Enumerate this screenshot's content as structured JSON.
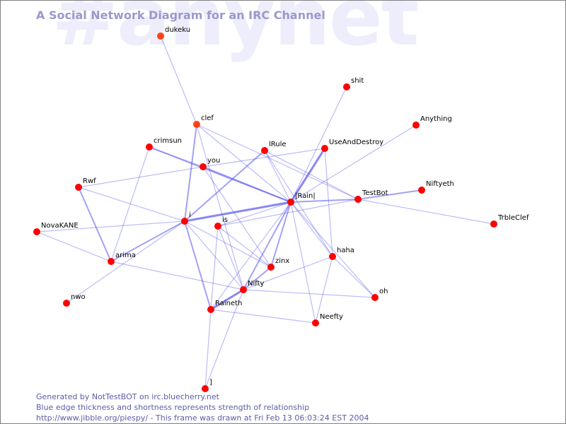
{
  "watermark": "#anynet",
  "title": "A Social Network Diagram for an IRC Channel",
  "footer": {
    "line1": "Generated by NotTestBOT on irc.bluecherry.net",
    "line2": "Blue edge thickness and shortness represents strength of relationship",
    "line3": "http://www.jibble.org/piespy/ - This frame was drawn at Fri Feb 13 06:03:24 EST 2004"
  },
  "colors": {
    "node": "#ff0000",
    "node_recent": "#ff4411",
    "edge": "#5555ee",
    "title": "#9999cc",
    "footer": "#5c5ca8"
  },
  "network": {
    "nodes": [
      {
        "id": "dukeku",
        "label": "dukeku",
        "recent": true
      },
      {
        "id": "clef",
        "label": "clef",
        "recent": true
      },
      {
        "id": "crimsun",
        "label": "crimsun"
      },
      {
        "id": "you",
        "label": "you"
      },
      {
        "id": "IRule",
        "label": "lRule"
      },
      {
        "id": "UseAndDestroy",
        "label": "UseAndDestroy"
      },
      {
        "id": "shit",
        "label": "shit"
      },
      {
        "id": "Anything",
        "label": "Anything"
      },
      {
        "id": "Rain",
        "label": "|Rain|"
      },
      {
        "id": "TestBot",
        "label": "TestBot"
      },
      {
        "id": "Niftyeth",
        "label": "Niftyeth"
      },
      {
        "id": "TrbleClef",
        "label": "TrbleClef"
      },
      {
        "id": "Rwf",
        "label": "Rwf"
      },
      {
        "id": "NovaKANE",
        "label": "NovaKANE"
      },
      {
        "id": "i",
        "label": "i"
      },
      {
        "id": "is",
        "label": "is"
      },
      {
        "id": "arima",
        "label": "arima"
      },
      {
        "id": "nwo",
        "label": "nwo"
      },
      {
        "id": "zinx",
        "label": "zinx"
      },
      {
        "id": "Nifty",
        "label": "Nifty"
      },
      {
        "id": "Raineth",
        "label": "Raineth"
      },
      {
        "id": "haha",
        "label": "haha"
      },
      {
        "id": "oh",
        "label": "oh"
      },
      {
        "id": "Neefty",
        "label": "Neefty"
      },
      {
        "id": "J",
        "label": "]"
      }
    ],
    "edges": [
      {
        "source": "dukeku",
        "target": "clef",
        "strength": 1
      },
      {
        "source": "clef",
        "target": "i",
        "strength": 2
      },
      {
        "source": "clef",
        "target": "Nifty",
        "strength": 1
      },
      {
        "source": "clef",
        "target": "TestBot",
        "strength": 1
      },
      {
        "source": "clef",
        "target": "Rain",
        "strength": 1
      },
      {
        "source": "crimsun",
        "target": "you",
        "strength": 1
      },
      {
        "source": "crimsun",
        "target": "arima",
        "strength": 1
      },
      {
        "source": "crimsun",
        "target": "Rain",
        "strength": 2
      },
      {
        "source": "you",
        "target": "Rain",
        "strength": 2
      },
      {
        "source": "you",
        "target": "Rwf",
        "strength": 1
      },
      {
        "source": "you",
        "target": "zinx",
        "strength": 1
      },
      {
        "source": "you",
        "target": "UseAndDestroy",
        "strength": 1
      },
      {
        "source": "IRule",
        "target": "i",
        "strength": 2
      },
      {
        "source": "IRule",
        "target": "TestBot",
        "strength": 1
      },
      {
        "source": "IRule",
        "target": "Rain",
        "strength": 1
      },
      {
        "source": "IRule",
        "target": "haha",
        "strength": 1
      },
      {
        "source": "UseAndDestroy",
        "target": "Rain",
        "strength": 3
      },
      {
        "source": "UseAndDestroy",
        "target": "haha",
        "strength": 1
      },
      {
        "source": "shit",
        "target": "Rain",
        "strength": 1
      },
      {
        "source": "Anything",
        "target": "Rain",
        "strength": 1
      },
      {
        "source": "Rain",
        "target": "i",
        "strength": 3
      },
      {
        "source": "Rain",
        "target": "TestBot",
        "strength": 2
      },
      {
        "source": "Rain",
        "target": "zinx",
        "strength": 2
      },
      {
        "source": "Rain",
        "target": "Nifty",
        "strength": 2
      },
      {
        "source": "Rain",
        "target": "Raineth",
        "strength": 1
      },
      {
        "source": "Rain",
        "target": "haha",
        "strength": 1
      },
      {
        "source": "Rain",
        "target": "Neefty",
        "strength": 1
      },
      {
        "source": "Rain",
        "target": "oh",
        "strength": 1
      },
      {
        "source": "Rain",
        "target": "is",
        "strength": 1
      },
      {
        "source": "TestBot",
        "target": "Niftyeth",
        "strength": 2
      },
      {
        "source": "TestBot",
        "target": "TrbleClef",
        "strength": 1
      },
      {
        "source": "TestBot",
        "target": "is",
        "strength": 1
      },
      {
        "source": "Rwf",
        "target": "arima",
        "strength": 2
      },
      {
        "source": "Rwf",
        "target": "i",
        "strength": 1
      },
      {
        "source": "NovaKANE",
        "target": "i",
        "strength": 1
      },
      {
        "source": "NovaKANE",
        "target": "arima",
        "strength": 1
      },
      {
        "source": "i",
        "target": "arima",
        "strength": 2
      },
      {
        "source": "i",
        "target": "nwo",
        "strength": 1
      },
      {
        "source": "i",
        "target": "Raineth",
        "strength": 2
      },
      {
        "source": "i",
        "target": "Nifty",
        "strength": 1
      },
      {
        "source": "i",
        "target": "zinx",
        "strength": 1
      },
      {
        "source": "is",
        "target": "Raineth",
        "strength": 1
      },
      {
        "source": "is",
        "target": "zinx",
        "strength": 1
      },
      {
        "source": "is",
        "target": "Nifty",
        "strength": 1
      },
      {
        "source": "arima",
        "target": "Nifty",
        "strength": 1
      },
      {
        "source": "zinx",
        "target": "Nifty",
        "strength": 2
      },
      {
        "source": "Nifty",
        "target": "Raineth",
        "strength": 3
      },
      {
        "source": "Nifty",
        "target": "oh",
        "strength": 1
      },
      {
        "source": "Nifty",
        "target": "haha",
        "strength": 1
      },
      {
        "source": "Nifty",
        "target": "J",
        "strength": 1
      },
      {
        "source": "Raineth",
        "target": "J",
        "strength": 1
      },
      {
        "source": "Raineth",
        "target": "Neefty",
        "strength": 1
      },
      {
        "source": "haha",
        "target": "Neefty",
        "strength": 1
      },
      {
        "source": "haha",
        "target": "oh",
        "strength": 1
      }
    ]
  }
}
